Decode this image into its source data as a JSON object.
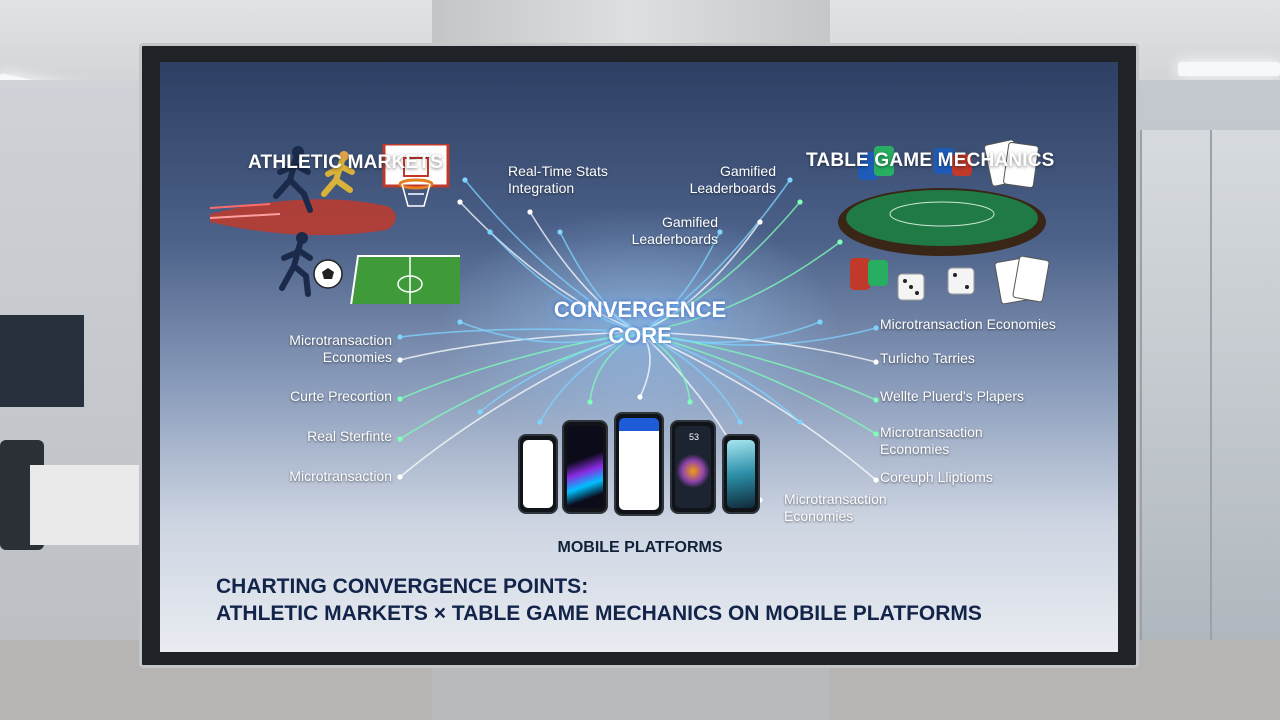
{
  "diagram": {
    "left_heading": "ATHLETIC MARKETS",
    "right_heading": "TABLE GAME MECHANICS",
    "core_line1": "CONVERGENCE",
    "core_line2": "CORE",
    "bottom_heading": "MOBILE PLATFORMS",
    "caption_line1": "CHARTING CONVERGENCE POINTS:",
    "caption_line2": "ATHLETIC MARKETS × TABLE GAME MECHANICS ON MOBILE PLATFORMS",
    "left_labels": [
      {
        "line1": "Microtransaction",
        "line2": "Economies"
      },
      {
        "line1": "Curte Precortion",
        "line2": ""
      },
      {
        "line1": "Real Sterfinte",
        "line2": ""
      },
      {
        "line1": "Microtransaction",
        "line2": ""
      }
    ],
    "top_labels": [
      {
        "line1": "Real-Time Stats",
        "line2": "Integration"
      },
      {
        "line1": "Gamified",
        "line2": "Leaderboards"
      },
      {
        "line1": "Gamified",
        "line2": "Leaderboards"
      }
    ],
    "right_labels": [
      {
        "line1": "Microtransaction Economies",
        "line2": ""
      },
      {
        "line1": "Turlicho Tarries",
        "line2": ""
      },
      {
        "line1": "Wellte Pluerd's Plapers",
        "line2": ""
      },
      {
        "line1": "Microtransaction",
        "line2": "Economies"
      },
      {
        "line1": "Coreuph Lliptioms",
        "line2": ""
      }
    ],
    "bottom_right_label": {
      "line1": "Microtransaction",
      "line2": "Economies"
    },
    "phone_screen_texts": [
      "53"
    ]
  },
  "colors": {
    "ray_cyan": "#7fd4ff",
    "ray_green": "#7fffb8",
    "ray_white": "#ffffff",
    "caption_text": "#13244a",
    "table_felt": "#1f7a45"
  },
  "icons": [
    "runner-icon",
    "basketball-hoop-icon",
    "soccer-ball-icon",
    "soccer-field-icon",
    "poker-chips-icon",
    "poker-table-icon",
    "playing-cards-icon",
    "dice-icon",
    "smartphone-icon"
  ]
}
